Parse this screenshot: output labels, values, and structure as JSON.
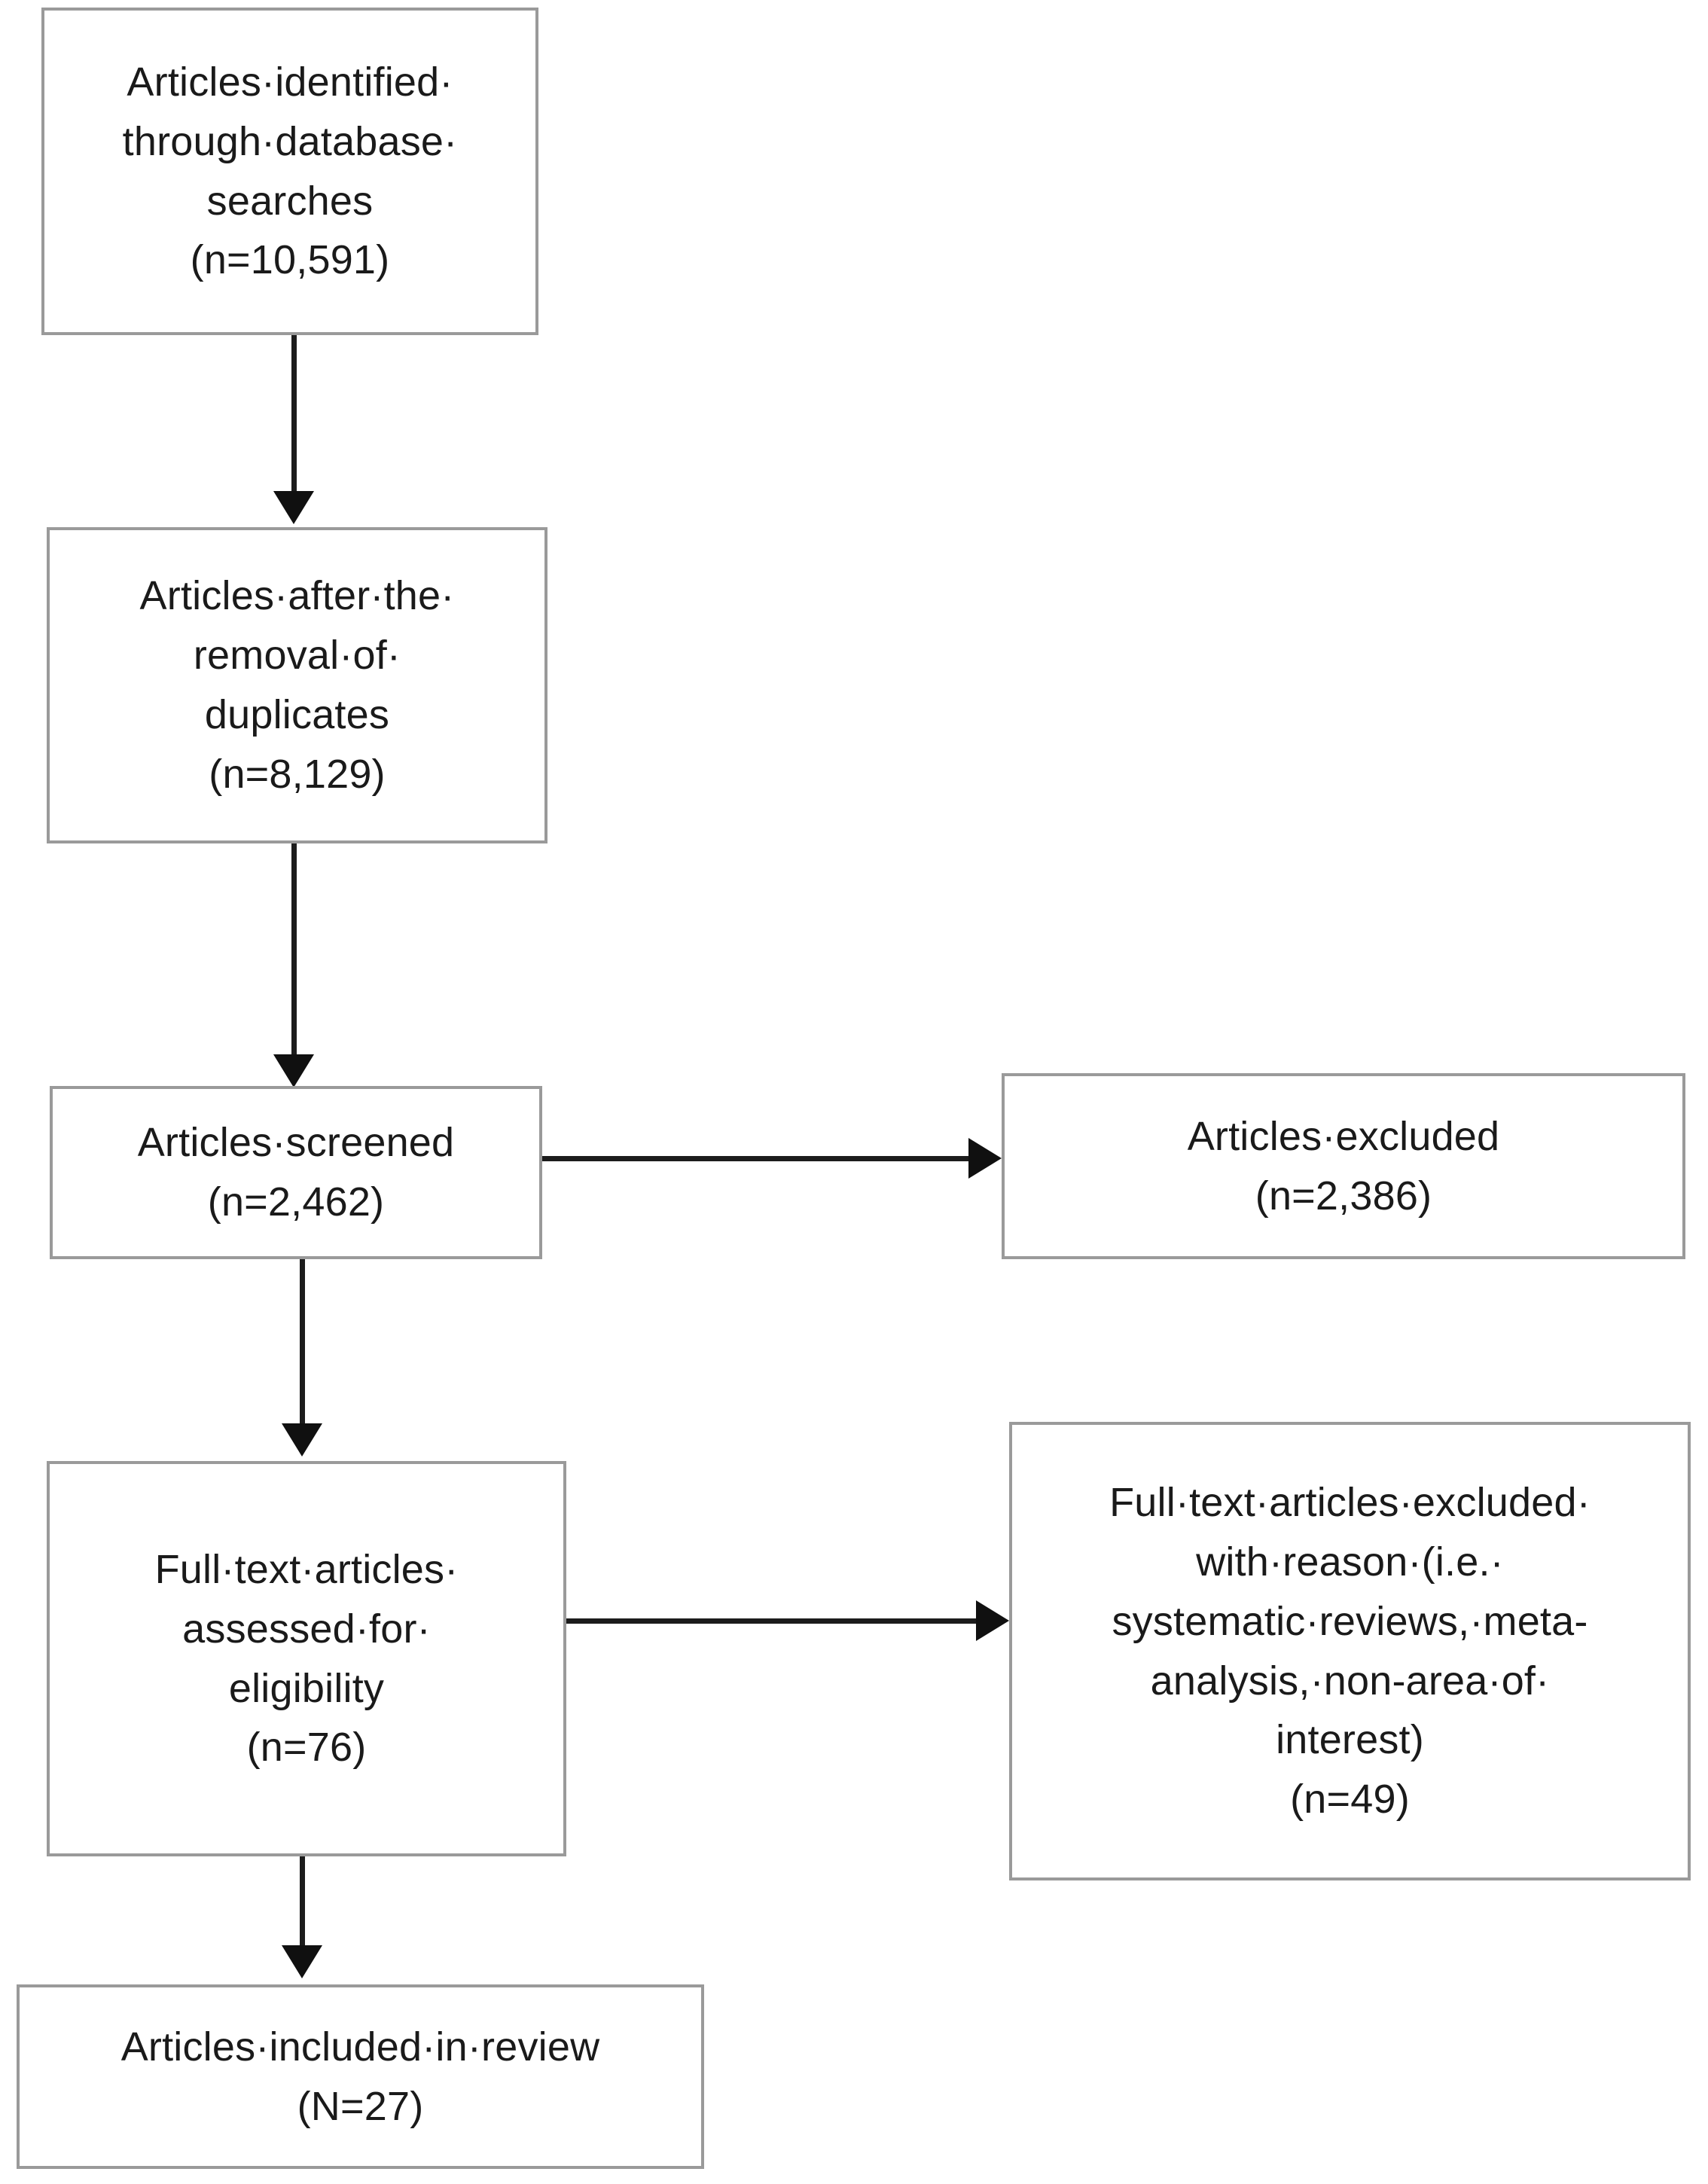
{
  "diagram": {
    "title": "PRISMA study selection flow diagram",
    "type": "prisma-flow-diagram",
    "colors": {
      "box_border": "#9a9a9a",
      "box_fill": "#ffffff",
      "arrow": "#101010",
      "text": "#1a1a1a",
      "background": "#ffffff"
    },
    "nodes": [
      {
        "id": "identified",
        "name": "articles-identified-box",
        "lines": [
          "Articles·identified·",
          "through·database·",
          "searches",
          "(n=10,591)"
        ],
        "count_label": "(n=10,591)",
        "count": 10591
      },
      {
        "id": "after-duplicates",
        "name": "articles-after-duplicates-box",
        "lines": [
          "Articles·after·the·",
          "removal·of·",
          "duplicates",
          "(n=8,129)"
        ],
        "count_label": "(n=8,129)",
        "count": 8129
      },
      {
        "id": "screened",
        "name": "articles-screened-box",
        "lines": [
          "Articles·screened",
          "(n=2,462)"
        ],
        "count_label": "(n=2,462)",
        "count": 2462
      },
      {
        "id": "excluded",
        "name": "articles-excluded-box",
        "lines": [
          "Articles·excluded",
          "(n=2,386)"
        ],
        "count_label": "(n=2,386)",
        "count": 2386
      },
      {
        "id": "full-text-assessed",
        "name": "full-text-assessed-box",
        "lines": [
          "Full·text·articles·",
          "assessed·for·",
          "eligibility",
          "(n=76)"
        ],
        "count_label": "(n=76)",
        "count": 76
      },
      {
        "id": "full-text-excluded",
        "name": "full-text-excluded-box",
        "lines": [
          "Full·text·articles·excluded·",
          "with·reason·(i.e.·",
          "systematic·reviews,·meta-",
          "analysis,·non-area·of·",
          "interest)",
          "(n=49)"
        ],
        "count_label": "(n=49)",
        "count": 49
      },
      {
        "id": "included",
        "name": "articles-included-box",
        "lines": [
          "Articles·included·in·review",
          "(N=27)"
        ],
        "count_label": "(N=27)",
        "count": 27
      }
    ],
    "edges": [
      {
        "id": "e1",
        "from": "identified",
        "to": "after-duplicates",
        "direction": "down"
      },
      {
        "id": "e2",
        "from": "after-duplicates",
        "to": "screened",
        "direction": "down"
      },
      {
        "id": "e3",
        "from": "screened",
        "to": "excluded",
        "direction": "right"
      },
      {
        "id": "e4",
        "from": "screened",
        "to": "full-text-assessed",
        "direction": "down"
      },
      {
        "id": "e5",
        "from": "full-text-assessed",
        "to": "full-text-excluded",
        "direction": "right"
      },
      {
        "id": "e6",
        "from": "full-text-assessed",
        "to": "included",
        "direction": "down"
      }
    ]
  }
}
